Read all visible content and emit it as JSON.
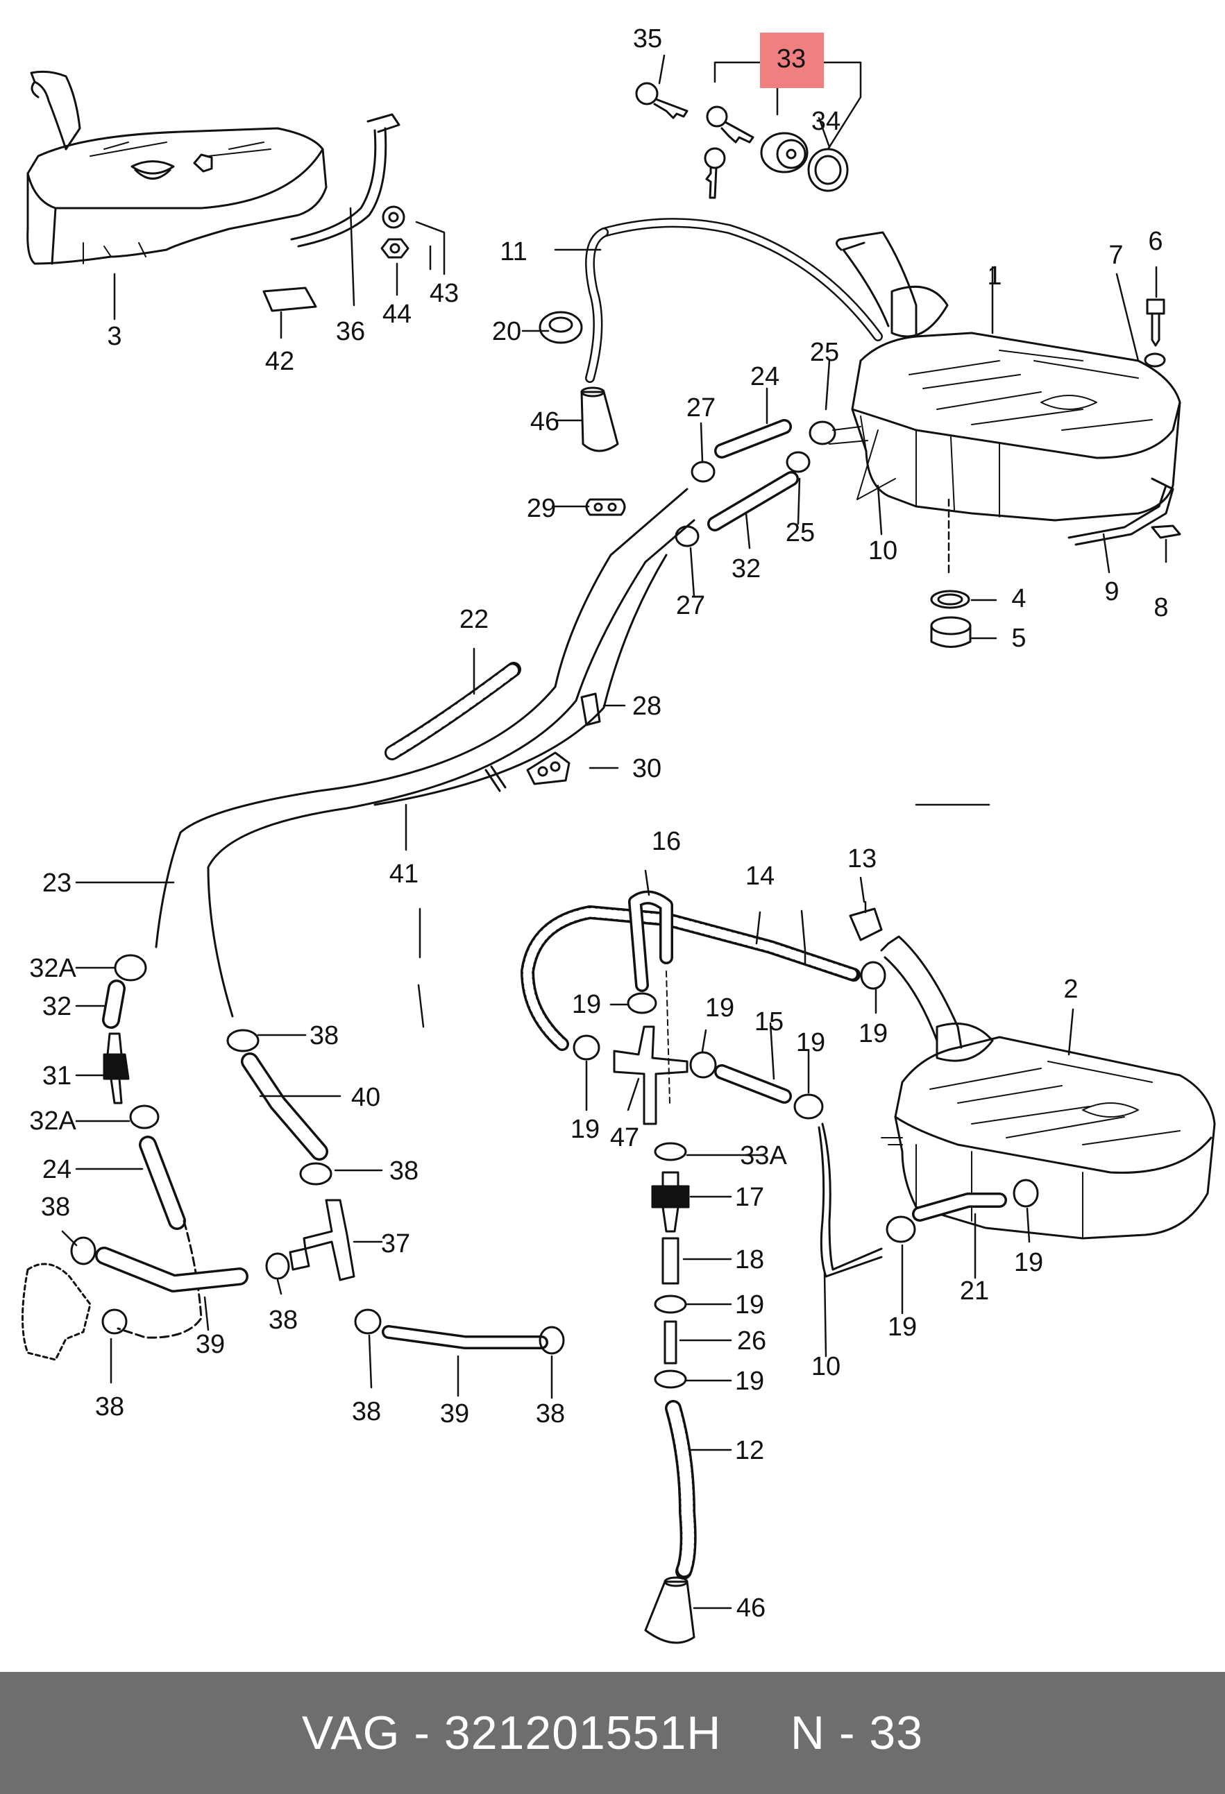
{
  "colors": {
    "line": "#111111",
    "highlight": "#f08080",
    "footer_bg": "#6e6e6e",
    "footer_text": "#ffffff",
    "background": "#ffffff"
  },
  "highlighted_part": "33",
  "footer": {
    "brand": "VAG",
    "separator": " - ",
    "part_number": "321201551H",
    "gap": "     ",
    "ref_prefix": "N",
    "ref_number": "33"
  },
  "callouts": {
    "c1": "1",
    "c2": "2",
    "c3": "3",
    "c4": "4",
    "c5": "5",
    "c6": "6",
    "c7": "7",
    "c8": "8",
    "c9": "9",
    "c10a": "10",
    "c10b": "10",
    "c11": "11",
    "c12": "12",
    "c13": "13",
    "c14": "14",
    "c15": "15",
    "c16": "16",
    "c17": "17",
    "c18": "18",
    "c19a": "19",
    "c19b": "19",
    "c19c": "19",
    "c19d": "19",
    "c19e": "19",
    "c19f": "19",
    "c19g": "19",
    "c19h": "19",
    "c19i": "19",
    "c20": "20",
    "c21": "21",
    "c22": "22",
    "c23": "23",
    "c24a": "24",
    "c24b": "24",
    "c25a": "25",
    "c25b": "25",
    "c26": "26",
    "c27a": "27",
    "c27b": "27",
    "c28": "28",
    "c29": "29",
    "c30": "30",
    "c31": "31",
    "c32a": "32",
    "c32b": "32",
    "c32Aa": "32A",
    "c32Ab": "32A",
    "c33": "33",
    "c33A": "33A",
    "c34": "34",
    "c35": "35",
    "c36": "36",
    "c37": "37",
    "c38a": "38",
    "c38b": "38",
    "c38c": "38",
    "c38d": "38",
    "c38e": "38",
    "c38f": "38",
    "c38g": "38",
    "c39a": "39",
    "c39b": "39",
    "c40": "40",
    "c41": "41",
    "c42": "42",
    "c43": "43",
    "c44": "44",
    "c46a": "46",
    "c46b": "46",
    "c47": "47"
  }
}
